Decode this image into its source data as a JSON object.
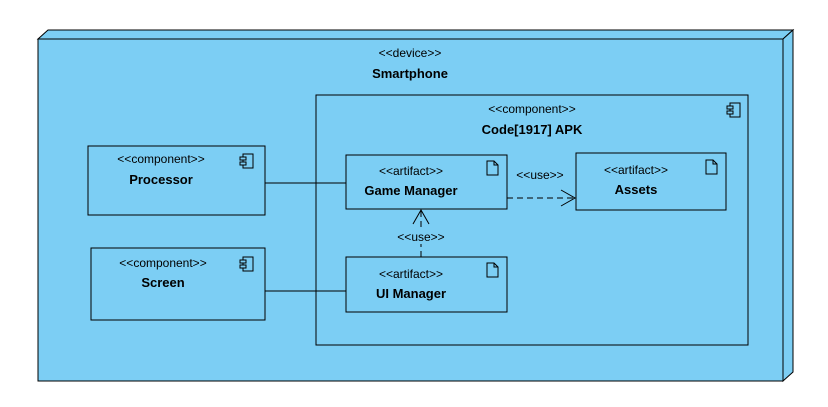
{
  "device": {
    "stereotype": "<<device>>",
    "name": "Smartphone",
    "fill": "#7ccef4"
  },
  "apk": {
    "stereotype": "<<component>>",
    "name": "Code[1917] APK"
  },
  "processor": {
    "stereotype": "<<component>>",
    "name": "Processor"
  },
  "screen": {
    "stereotype": "<<component>>",
    "name": "Screen"
  },
  "game_manager": {
    "stereotype": "<<artifact>>",
    "name": "Game Manager"
  },
  "ui_manager": {
    "stereotype": "<<artifact>>",
    "name": "UI Manager"
  },
  "assets": {
    "stereotype": "<<artifact>>",
    "name": "Assets"
  },
  "dependencies": {
    "gm_assets_label": "<<use>>",
    "ui_gm_label": "<<use>>"
  },
  "icons": {
    "component": "component-icon",
    "artifact": "document-icon"
  }
}
